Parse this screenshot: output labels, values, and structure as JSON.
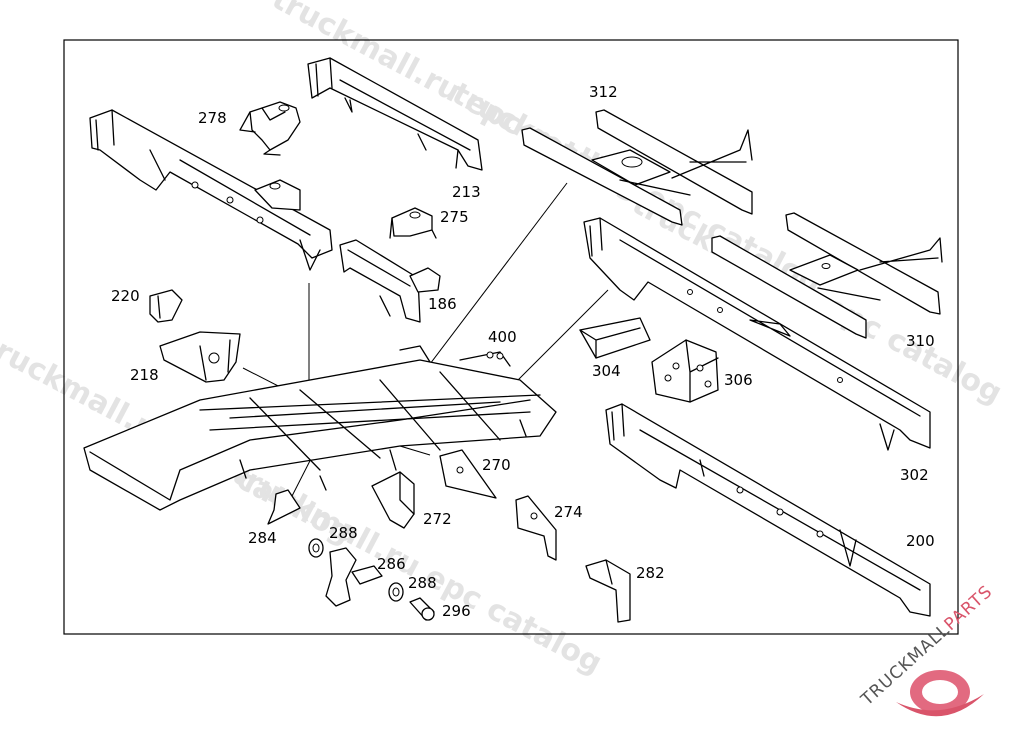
{
  "watermarks": {
    "w1": "truckmall.ru epc catalog",
    "w2": "truckmall.ru epc catalog",
    "w3": "truckmall.ru epc catalog",
    "w4": "truckmall.ru epc catalog",
    "w5": "truckmall.ru epc catalog"
  },
  "callouts": {
    "c278": "278",
    "c213": "213",
    "c275": "275",
    "c312": "312",
    "c310": "310",
    "c186": "186",
    "c220": "220",
    "c218": "218",
    "c400": "400",
    "c304": "304",
    "c306": "306",
    "c302": "302",
    "c270": "270",
    "c272": "272",
    "c274": "274",
    "c284": "284",
    "c288a": "288",
    "c286": "286",
    "c288b": "288",
    "c296": "296",
    "c282": "282",
    "c200": "200"
  },
  "logo": {
    "text_dark": "TRUCKMALL",
    "text_accent": "PARTS",
    "accent_color": "#d9546a",
    "gear_color": "#e26a80"
  }
}
